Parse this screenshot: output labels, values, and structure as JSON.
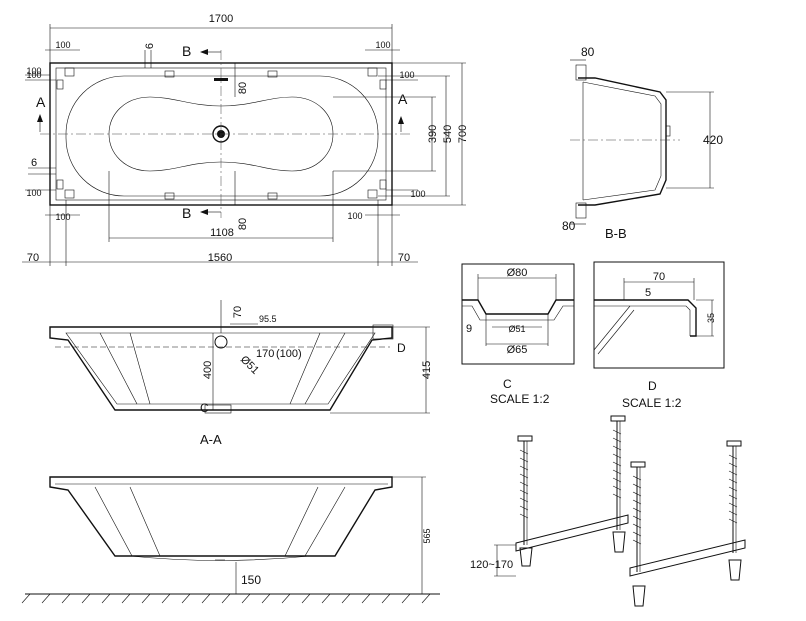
{
  "plan": {
    "overall_length": "1700",
    "inner_length": "1560",
    "rim_left": "70",
    "rim_right": "70",
    "bottom_length": "1108",
    "width_outer": "700",
    "width_inner": "540",
    "bottom_width": "390",
    "dim_80_top": "80",
    "dim_80_bottom": "80",
    "dim_6_top": "6",
    "dim_6_left": "6",
    "dim_100": "100",
    "section_a": "A",
    "section_b": "B"
  },
  "section_bb": {
    "label": "B-B",
    "dim_80_top": "80",
    "dim_80_bottom": "80",
    "depth": "420"
  },
  "section_aa": {
    "label": "A-A",
    "dim_70": "70",
    "dim_95_5": "95.5",
    "dim_170": "170",
    "dim_100_paren": "(100)",
    "drain_dia": "Ø51",
    "depth_inner": "400",
    "depth_outer": "415",
    "detail_c": "C",
    "detail_d": "D"
  },
  "detail_c": {
    "dia_80": "Ø80",
    "dia_51": "Ø51",
    "dia_65": "Ø65",
    "dim_9": "9",
    "title": "C",
    "scale": "SCALE 1:2"
  },
  "detail_d": {
    "dim_70": "70",
    "dim_5": "5",
    "dim_35": "35",
    "title": "D",
    "scale": "SCALE 1:2"
  },
  "elevation": {
    "height": "565",
    "base": "150"
  },
  "frame": {
    "leg_adjust": "120~170"
  }
}
